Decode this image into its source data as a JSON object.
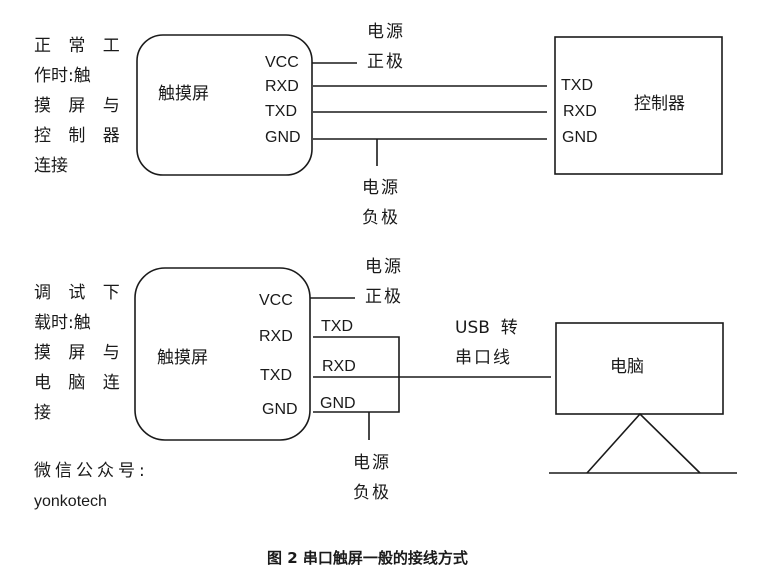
{
  "top_section": {
    "description_lines": [
      "正 常 工",
      "作时:触",
      "摸 屏 与",
      "控 制 器",
      "连接"
    ],
    "touchscreen": {
      "label": "触摸屏",
      "pins": [
        "VCC",
        "RXD",
        "TXD",
        "GND"
      ]
    },
    "power_positive": [
      "电源",
      "正极"
    ],
    "power_negative": [
      "电源",
      "负极"
    ],
    "controller": {
      "label": "控制器",
      "pins": [
        "TXD",
        "RXD",
        "GND"
      ]
    }
  },
  "bottom_section": {
    "description_lines": [
      "调 试 下",
      "载时:触",
      "摸 屏 与",
      "电 脑 连",
      "接"
    ],
    "touchscreen": {
      "label": "触摸屏",
      "pins": [
        "VCC",
        "RXD",
        "TXD",
        "GND"
      ]
    },
    "wire_labels": [
      "TXD",
      "RXD",
      "GND"
    ],
    "power_positive": [
      "电源",
      "正极"
    ],
    "power_negative": [
      "电源",
      "负极"
    ],
    "cable_label": [
      "USB  转",
      "串口线"
    ],
    "computer": {
      "label": "电脑"
    }
  },
  "wechat": {
    "label": "微信公众号:",
    "account": "yonkotech"
  },
  "caption": "图 2 串口触屏一般的接线方式",
  "colors": {
    "line": "#1a1a1a",
    "background": "#ffffff"
  }
}
